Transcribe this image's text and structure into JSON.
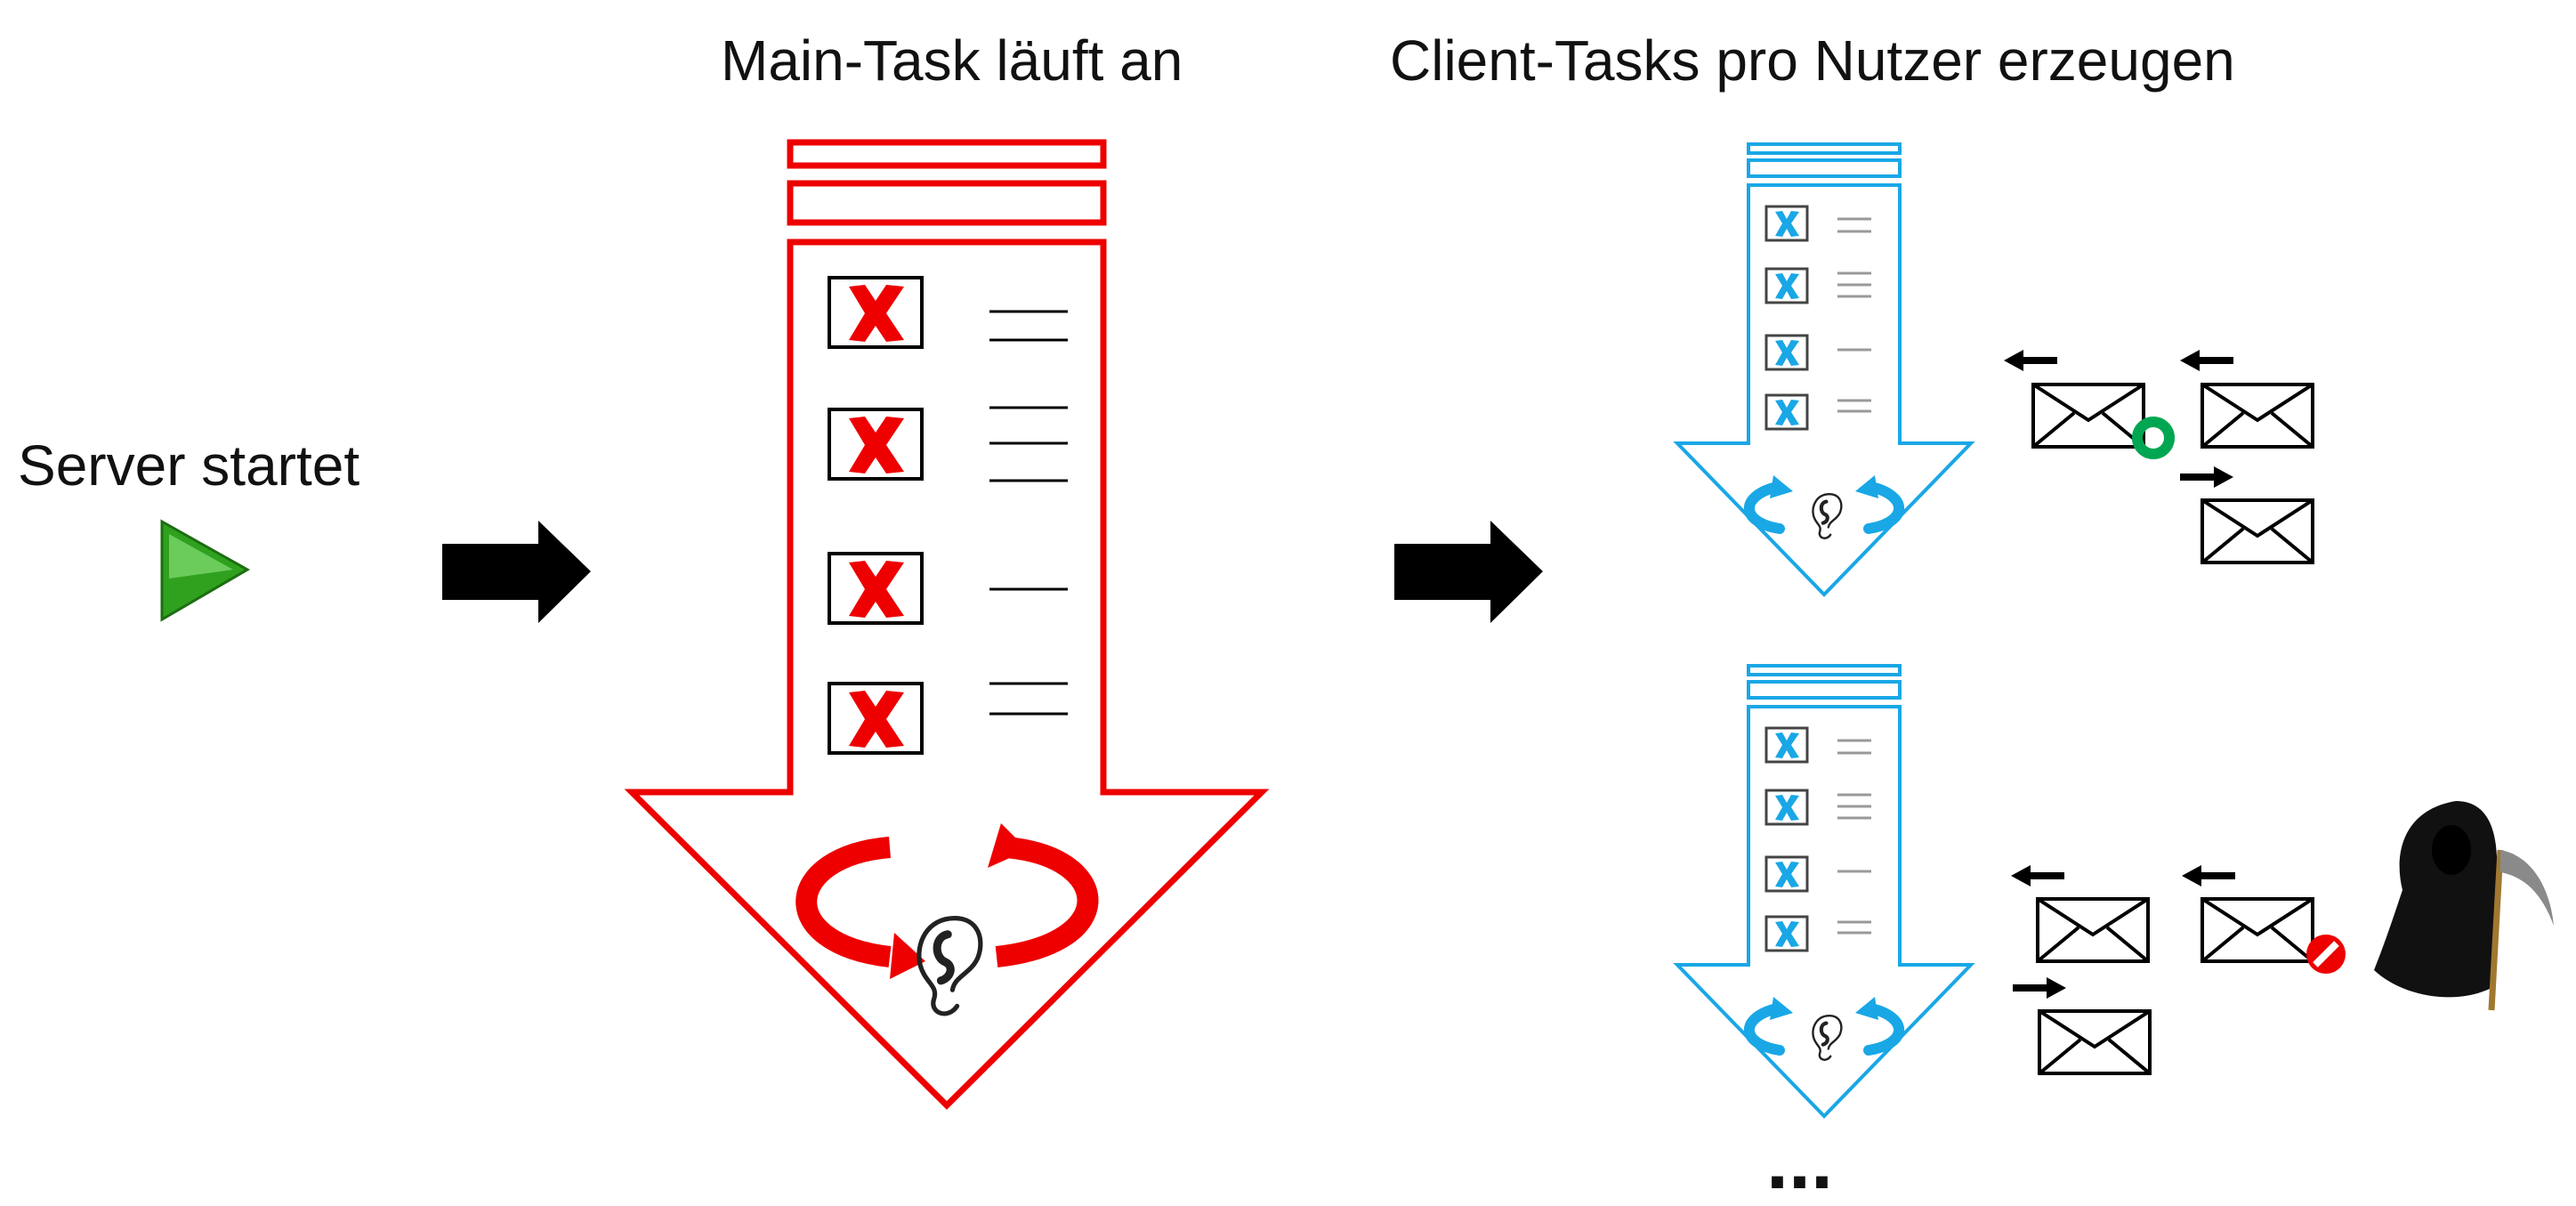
{
  "labels": {
    "server_start": "Server startet",
    "main_task": "Main-Task läuft an",
    "client_tasks": "Client-Tasks pro Nutzer erzeugen",
    "ellipsis": "..."
  },
  "colors": {
    "main_task": "#ee0000",
    "client_task": "#19a7e6",
    "arrow": "#000000",
    "play_icon": "#2fa11e",
    "status_ok": "#00a651",
    "status_blocked": "#ee0000"
  },
  "icons": {
    "start": "play-icon",
    "flow": "right-arrow-icon",
    "checkbox": "checkbox-x-icon",
    "loop": "loop-arrows-icon",
    "listener": "ear-icon",
    "message": "envelope-icon",
    "ok": "ring-icon",
    "blocked": "no-entry-icon",
    "termination": "grim-reaper-icon"
  }
}
